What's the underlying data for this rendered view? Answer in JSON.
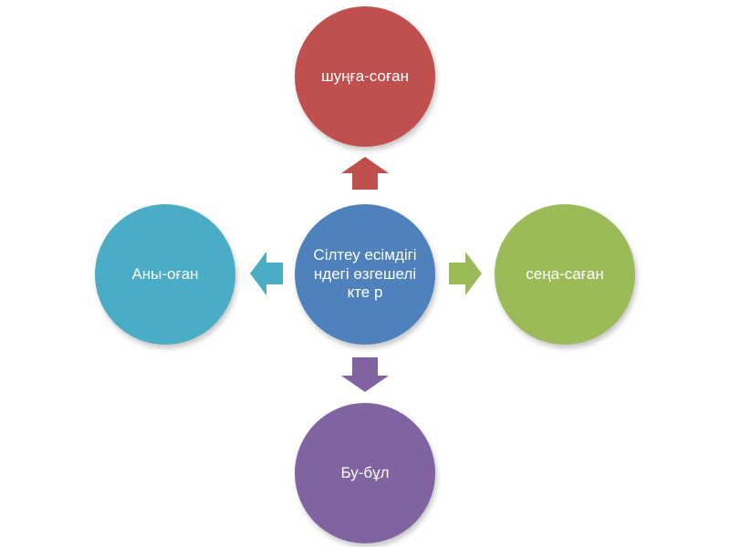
{
  "diagram": {
    "center": {
      "label": "Сілтеу есімдігіндегі өзгешелікте р",
      "color": "#4f81bd"
    },
    "nodes": {
      "top": {
        "label": "шуңға-соған",
        "color": "#c0504d"
      },
      "left": {
        "label": "Аны-оған",
        "color": "#4bacc6"
      },
      "right": {
        "label": "сеңа-саған",
        "color": "#9bbb59"
      },
      "bottom": {
        "label": "Бу-бұл",
        "color": "#8064a2"
      }
    },
    "connectors": [
      {
        "from": "center",
        "to": "top",
        "style": "arrow"
      },
      {
        "from": "center",
        "to": "left",
        "style": "arrow"
      },
      {
        "from": "center",
        "to": "right",
        "style": "arrow"
      },
      {
        "from": "center",
        "to": "bottom",
        "style": "arrow"
      }
    ]
  }
}
